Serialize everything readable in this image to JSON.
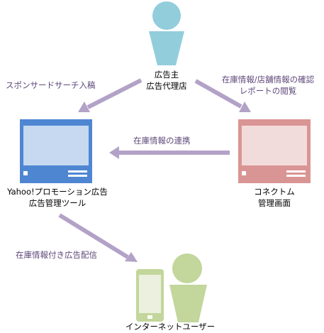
{
  "nodes": {
    "advertiser": {
      "label_line1": "広告主",
      "label_line2": "広告代理店",
      "icon": "person-icon",
      "color": "#92cddc"
    },
    "yahoo_tool": {
      "label_line1": "Yahoo!プロモーション広告",
      "label_line2": "広告管理ツール",
      "icon": "computer-icon",
      "color": "#4f86d2"
    },
    "konekutomu": {
      "label_line1": "コネクトム",
      "label_line2": "管理画面",
      "icon": "computer-icon",
      "color": "#d99594"
    },
    "internet_user": {
      "label": "インターネットユーザー",
      "icons": [
        "smartphone-icon",
        "person-icon"
      ],
      "color": "#c3d69b"
    }
  },
  "edges": {
    "sponsored_search": "スポンサードサーチ入稿",
    "confirm_line1": "在庫情報/店舗情報の確認",
    "confirm_line2": "レポートの閲覧",
    "inventory_link": "在庫情報の連携",
    "inventory_ads": "在庫情報付き広告配信"
  },
  "colors": {
    "arrow": "#b3a2c7",
    "edge_text": "#5f497a"
  }
}
